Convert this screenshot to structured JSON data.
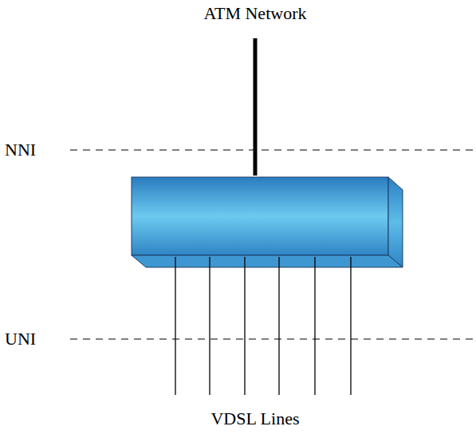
{
  "diagram": {
    "labels": [
      "ATM Network",
      "NNI",
      "UNI",
      "VDSL Lines"
    ]
  }
}
